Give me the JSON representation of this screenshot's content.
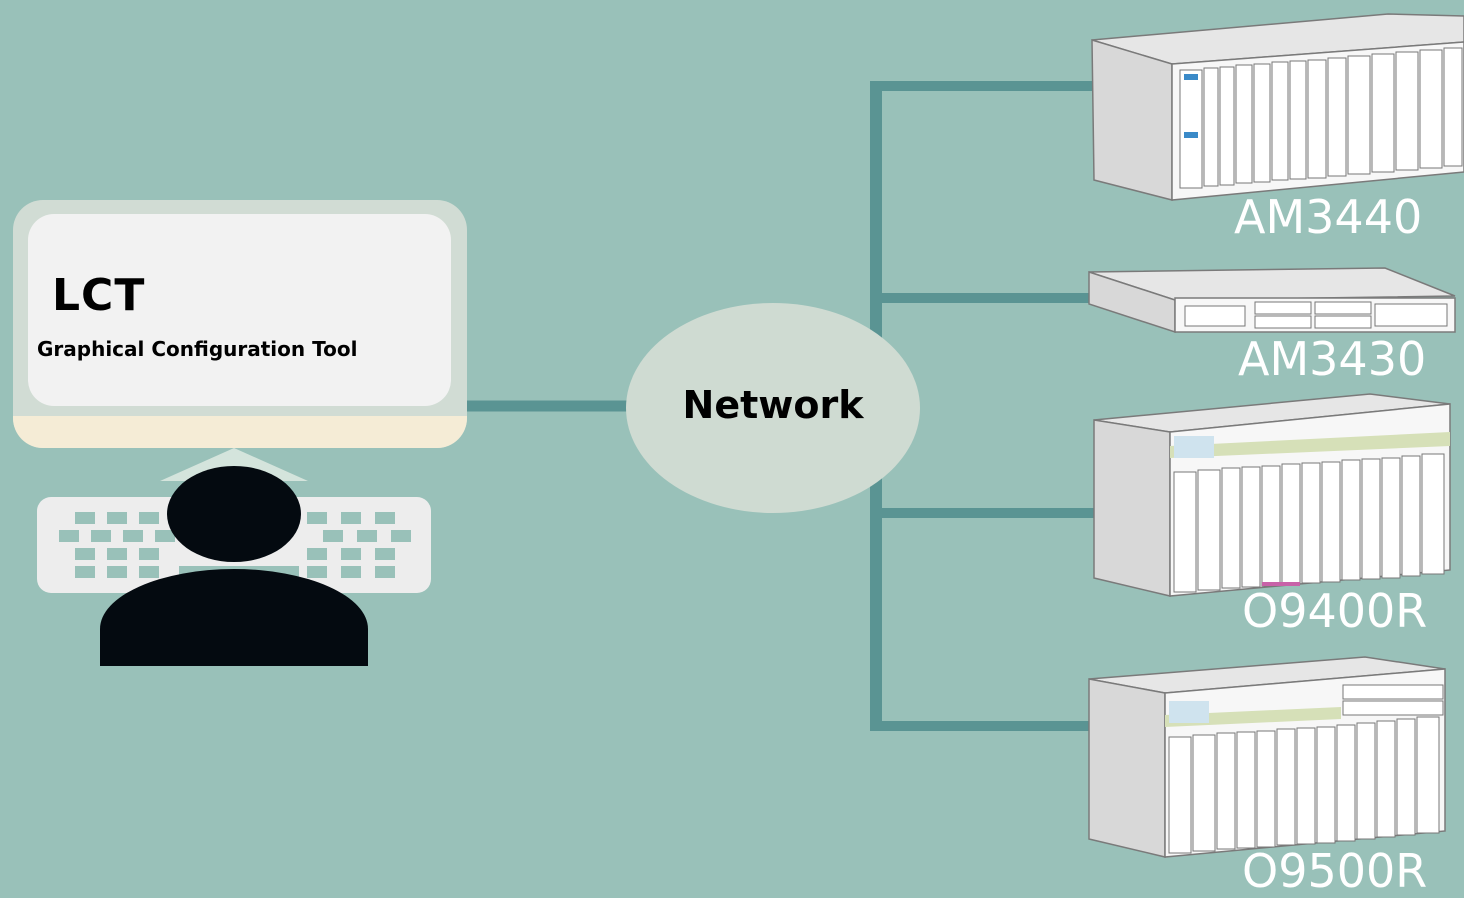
{
  "lct": {
    "title": "LCT",
    "subtitle": "Graphical Configuration Tool"
  },
  "network": {
    "label": "Network"
  },
  "devices": [
    {
      "name": "AM3440"
    },
    {
      "name": "AM3430"
    },
    {
      "name": "O9400R"
    },
    {
      "name": "O9500R"
    }
  ],
  "colors": {
    "background": "#99c1b9",
    "link": "#5a9493",
    "node": "#cfdbd2",
    "label": "#ffffff"
  }
}
